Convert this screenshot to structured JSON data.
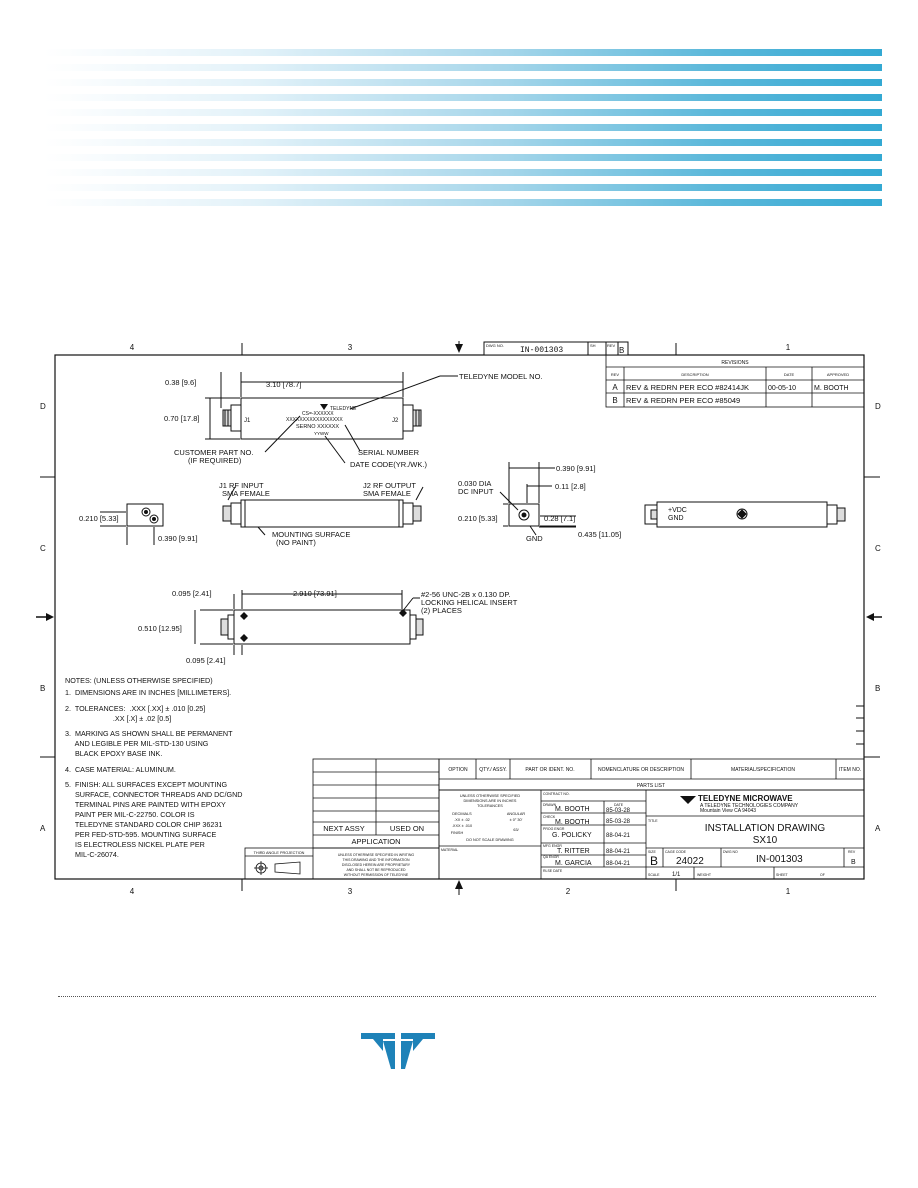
{
  "drawing": {
    "dwg_no_label": "DWG NO.",
    "dwg_no": "IN-001303",
    "sh_label": "SH",
    "rev_label": "REV",
    "rev": "B",
    "zones_top": [
      "4",
      "3",
      "2",
      "1"
    ],
    "zones_side": [
      "D",
      "C",
      "B",
      "A"
    ],
    "revisions": {
      "title": "REVISIONS",
      "headers": [
        "REV",
        "DESCRIPTION",
        "DATE",
        "APPROVED"
      ],
      "rows": [
        {
          "rev": "A",
          "desc": "REV & REDRN PER ECO #82414JK",
          "date": "00-05-10",
          "approved": "M. BOOTH"
        },
        {
          "rev": "B",
          "desc": "REV & REDRN PER ECO #85049",
          "date": "",
          "approved": ""
        }
      ]
    },
    "views": {
      "top": {
        "dim_038": "0.38 [9.6]",
        "dim_310": "3.10 [78.7]",
        "dim_070": "0.70 [17.8]",
        "j1": "J1",
        "j2": "J2",
        "mark_line1": "CS=-XXXXXX",
        "mark_line2": "XXXXXXXXXXXXXXXXX",
        "mark_line3": "SERNO XXXXXX",
        "mark_line4": "YYWW",
        "logo": "TELEDYNE",
        "callout_model": "TELEDYNE MODEL NO.",
        "callout_custpn_1": "CUSTOMER PART NO.",
        "callout_custpn_2": "(IF REQUIRED)",
        "callout_serial": "SERIAL NUMBER",
        "callout_datecode": "DATE CODE(YR./WK.)"
      },
      "front": {
        "j1_label_1": "J1 RF INPUT",
        "j1_label_2": "SMA FEMALE",
        "j2_label_1": "J2 RF OUTPUT",
        "j2_label_2": "SMA FEMALE",
        "mount_1": "MOUNTING SURFACE",
        "mount_2": "(NO PAINT)",
        "left_dim_210": "0.210 [5.33]",
        "left_dim_390": "0.390 [9.91]"
      },
      "right_end": {
        "dim_030_1": "0.030 DIA",
        "dim_030_2": "DC INPUT",
        "dim_390": "0.390 [9.91]",
        "dim_011": "0.11 [2.8]",
        "dim_210": "0.210 [5.33]",
        "dim_028": "0.28 [7.1]",
        "dim_435": "0.435 [11.05]",
        "gnd": "GND"
      },
      "back": {
        "vdc": "+VDC",
        "gnd": "GND"
      },
      "bottom": {
        "dim_095_top": "0.095 [2.41]",
        "dim_2910": "2.910 [73.91]",
        "dim_510": "0.510 [12.95]",
        "dim_095_bottom": "0.095 [2.41]",
        "insert_1": "#2-56 UNC-2B x 0.130 DP.",
        "insert_2": "LOCKING HELICAL INSERT",
        "insert_3": "(2) PLACES"
      }
    },
    "notes": [
      "NOTES: (UNLESS OTHERWISE SPECIFIED)",
      "1.  DIMENSIONS ARE IN INCHES [MILLIMETERS].",
      "2.  TOLERANCES:  .XXX [.XX] ± .010 [0.25]",
      "                        .XX [.X] ± .02 [0.5]",
      "3.  MARKING AS SHOWN SHALL BE PERMANENT",
      "     AND LEGIBLE PER MIL-STD-130 USING",
      "     BLACK EPOXY BASE INK.",
      "4.  CASE MATERIAL: ALUMINUM.",
      "5.  FINISH: ALL SURFACES EXCEPT MOUNTING",
      "     SURFACE, CONNECTOR THREADS AND DC/GND",
      "     TERMINAL PINS ARE PAINTED WITH EPOXY",
      "     PAINT PER MIL-C-22750. COLOR IS",
      "     TELEDYNE STANDARD COLOR CHIP 36231",
      "     PER FED-STD-595. MOUNTING SURFACE",
      "     IS ELECTROLESS NICKEL PLATE PER",
      "     MIL-C-26074."
    ],
    "application": {
      "next_assy": "NEXT ASSY",
      "used_on": "USED ON",
      "title": "APPLICATION",
      "third_angle": "THIRD ANGLE PROJECTION",
      "proprietary_1": "UNLESS OTHERWISE SPECIFIED IN WRITING",
      "proprietary_2": "THIS DRAWING AND THE INFORMATION",
      "proprietary_3": "DISCLOSED HEREIN ARE PROPRIETARY",
      "proprietary_4": "AND SHALL NOT BE REPRODUCED",
      "proprietary_5": "WITHOUT PERMISSION OF TELEDYNE"
    },
    "parts_list": {
      "headers": [
        "OPTION",
        "QTY./ ASSY.",
        "PART OR IDENT. NO.",
        "NOMENCLATURE OR DESCRIPTION",
        "MATERIAL/SPECIFICATION",
        "ITEM NO."
      ],
      "title": "PARTS LIST"
    },
    "title_block": {
      "tol_1": "UNLESS OTHERWISE SPECIFIED",
      "tol_2": "DIMENSIONS ARE IN INCHES",
      "tol_3": "TOLERANCES",
      "tol_4": "DECIMALS",
      "tol_5": "ANGULAR",
      "tol_6": ".XX ± .02",
      "tol_7": "± 0° 30'",
      "tol_8": ".XXX ± .010",
      "tol_9": "63/",
      "tol_10": "FINISH",
      "tol_11": "DO NOT SCALE DRAWING",
      "material_label": "MATERIAL",
      "contract_label": "CONTRACT NO.",
      "drawn_label": "DRAWN",
      "drawn": "M. BOOTH",
      "drawn_date": "85-03-28",
      "date_label": "DATE",
      "check_label": "CHECK",
      "check": "M. BOOTH",
      "check_date": "85-03-28",
      "prog_label": "PROG ENGR",
      "prog": "G. POLICKY",
      "prog_date": "88-04-21",
      "mfg_label": "MFG ENGR",
      "mfg": "T. RITTER",
      "mfg_date": "88-04-21",
      "qa_label": "QA ENGR",
      "qa": "M. GARCIA",
      "qa_date": "88-04-21",
      "rls_label": "RLSE DATE",
      "company": "TELEDYNE MICROWAVE",
      "company_sub": "A TELEDYNE TECHNOLOGIES COMPANY",
      "company_addr": "Mountain View CA 94043",
      "title_label": "TITLE",
      "title_1": "INSTALLATION DRAWING",
      "title_2": "SX10",
      "size_label": "SIZE",
      "size": "B",
      "cage_label": "CAGE CODE",
      "cage": "24022",
      "dwg_label": "DWG NO",
      "dwg": "IN-001303",
      "rev_label": "REV",
      "rev": "B",
      "scale_label": "SCALE",
      "scale": "1/1",
      "weight_label": "WEIGHT",
      "sheet_label": "SHEET",
      "of_label": "OF"
    }
  },
  "colors": {
    "brand": "#1e82b8",
    "stripe": "#34a9d3"
  }
}
